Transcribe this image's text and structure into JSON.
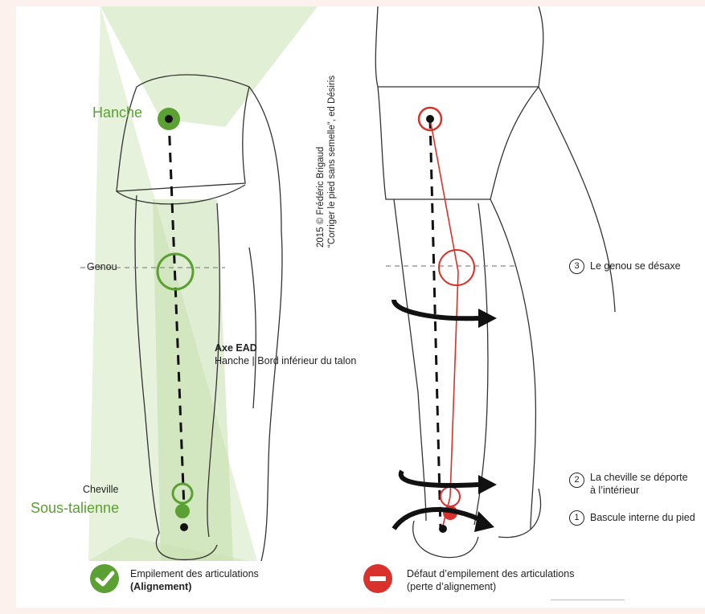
{
  "credit": {
    "line1": "2015 © Frédéric Brigaud",
    "line2": "“Corriger le pied sans semelle”, ed Désiris"
  },
  "left_figure": {
    "hanche": "Hanche",
    "genou": "Genou",
    "cheville": "Cheville",
    "sous_talienne": "Sous-talienne",
    "axe_title": "Axe EAD",
    "axe_desc": "Hanche | Bord inférieur du talon"
  },
  "right_figure": {
    "annotations": [
      {
        "num": "3",
        "text": "Le genou se désaxe"
      },
      {
        "num": "2",
        "text": "La cheville se déporte",
        "text2": "à l’intérieur"
      },
      {
        "num": "1",
        "text": "Bascule interne du pied"
      }
    ]
  },
  "legend": {
    "good_line1": "Empilement des articulations",
    "good_line2": "(Alignement)",
    "bad_line1": "Défaut d’empilement des articulations",
    "bad_line2": "(perte d’alignement)"
  },
  "colors": {
    "green": "#5aa032",
    "green_light": "#c9e2b2",
    "red": "#d9322c",
    "ink": "#222222"
  }
}
